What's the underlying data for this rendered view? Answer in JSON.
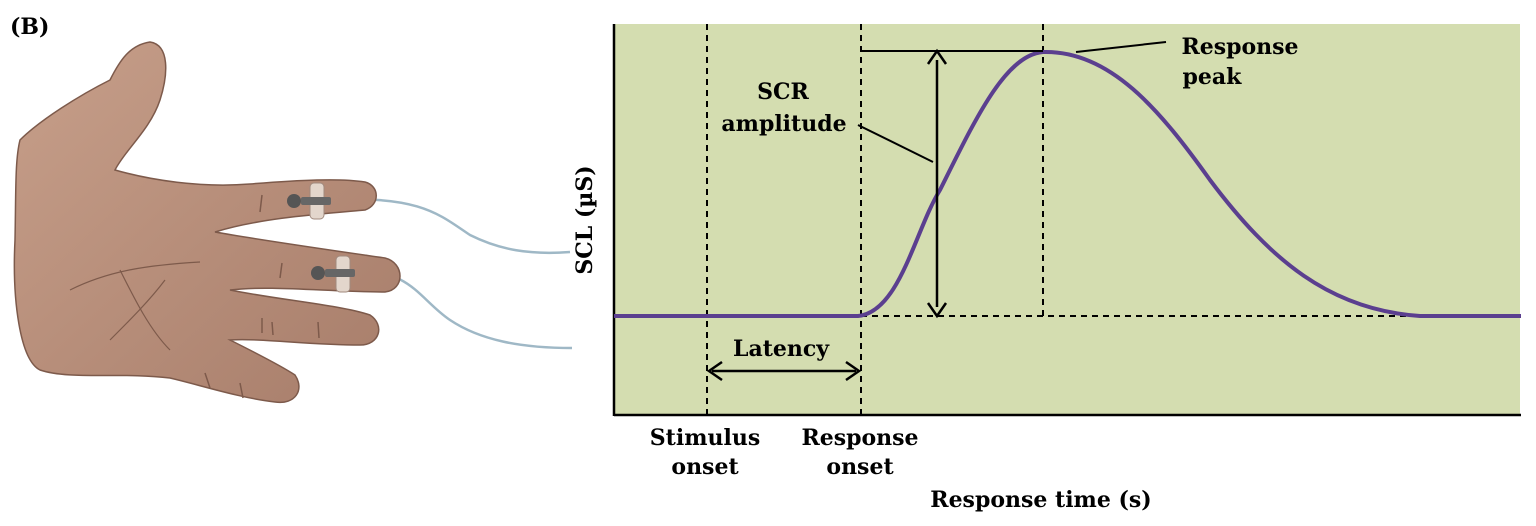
{
  "figure": {
    "panel_label": "(B)"
  },
  "illustration": {
    "description_icon": "hand-with-finger-electrodes"
  },
  "graph": {
    "y_axis_label": "SCL (µS)",
    "x_axis_label": "Response time (s)",
    "markers": {
      "stimulus_onset": [
        "Stimulus",
        "onset"
      ],
      "response_onset": [
        "Response",
        "onset"
      ]
    },
    "annotations": {
      "scr_amplitude": [
        "SCR",
        "amplitude"
      ],
      "response_peak": [
        "Response",
        "peak"
      ],
      "latency": "Latency"
    },
    "colors": {
      "plot_background": "#d4ddb0",
      "curve": "#5b3f8f",
      "skin": "#c9a08a",
      "wire": "#9fb8c6"
    }
  }
}
